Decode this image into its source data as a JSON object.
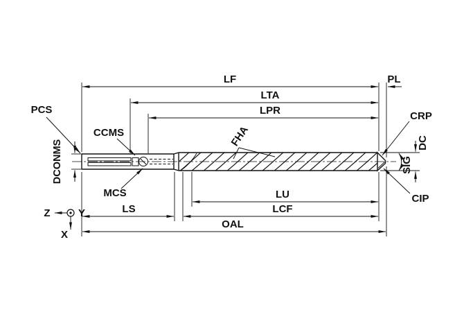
{
  "labels": {
    "lf": "LF",
    "pl": "PL",
    "lta": "LTA",
    "lpr": "LPR",
    "pcs": "PCS",
    "ccms": "CCMS",
    "dconms": "DCONMS",
    "mcs": "MCS",
    "fha": "FHA",
    "crp": "CRP",
    "dc": "DC",
    "sig": "SIG",
    "cip": "CIP",
    "lu": "LU",
    "lcf": "LCF",
    "ls": "LS",
    "oal": "OAL"
  },
  "axes": {
    "x": "X",
    "y": "Y",
    "z": "Z"
  },
  "colors": {
    "line": "#111111",
    "background": "#ffffff"
  }
}
